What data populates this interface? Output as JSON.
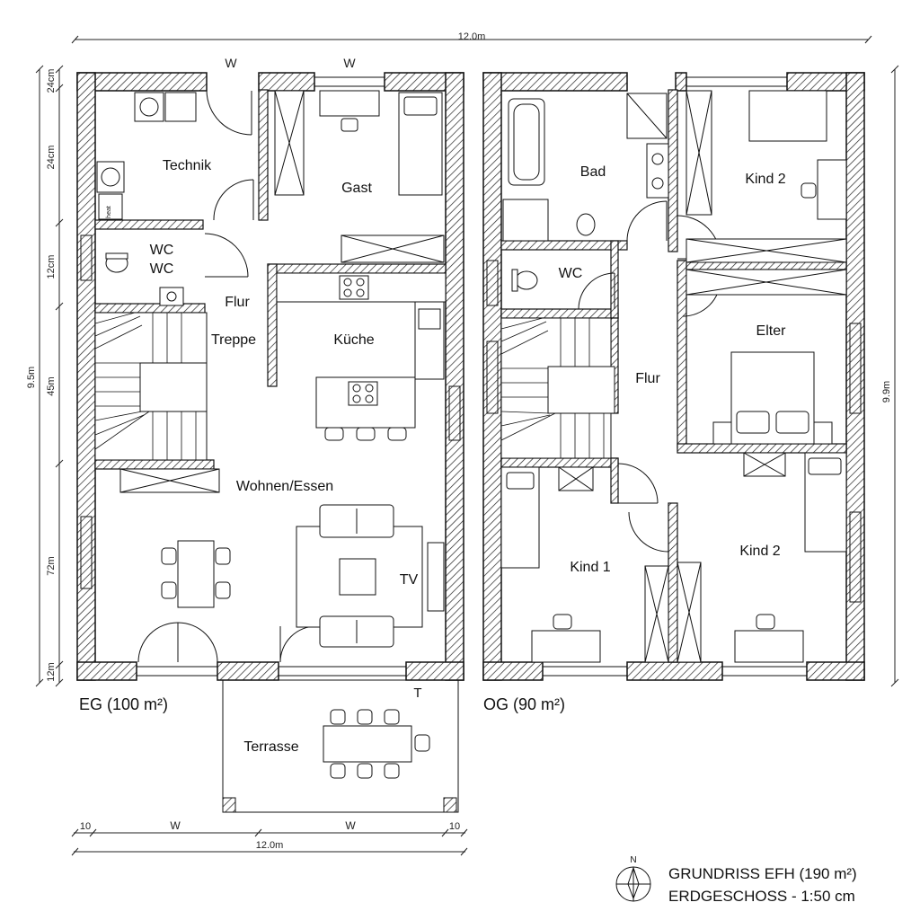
{
  "dimensions": {
    "top_total": "12.0m",
    "top_w1": "W",
    "top_w2": "W",
    "left_total": "9.5m",
    "left_seg1": "24cm",
    "left_seg2": "24cm",
    "left_seg3": "12cm",
    "left_seg4": "45m",
    "left_seg5": "72m",
    "left_seg6": "12m",
    "right_total": "9.9m",
    "bottom_total": "12.0m",
    "bottom_w1": "W",
    "bottom_w2": "W",
    "bottom_10a": "10",
    "bottom_10b": "10"
  },
  "eg": {
    "title": "EG (100 m²)",
    "rooms": {
      "technik": "Technik",
      "gast": "Gast",
      "wc1": "WC",
      "wc2": "WC",
      "flur": "Flur",
      "treppe": "Treppe",
      "kueche": "Küche",
      "wohnen": "Wohnen/Essen",
      "tv": "TV",
      "terrasse": "Terrasse",
      "t_mark": "T",
      "heat": "heat"
    }
  },
  "og": {
    "title": "OG (90 m²)",
    "rooms": {
      "bad": "Bad",
      "kind2_top": "Kind 2",
      "wc": "WC",
      "flur": "Flur",
      "elter": "Elter",
      "kind1": "Kind 1",
      "kind2_bottom": "Kind 2"
    }
  },
  "legend": {
    "north": "N",
    "title1": "GRUNDRISS EFH (190 m²)",
    "title2": "ERDGESCHOSS - 1:50 cm"
  }
}
